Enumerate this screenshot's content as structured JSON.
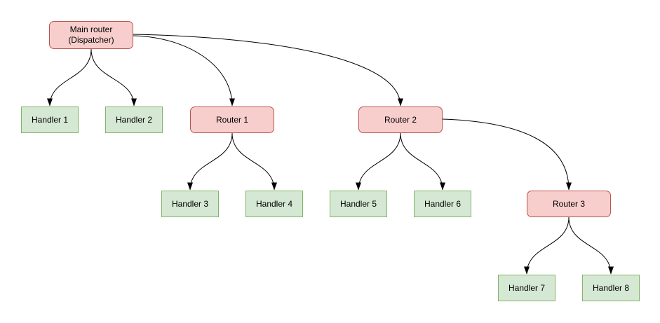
{
  "diagram": {
    "kind": "routing-tree-flowchart",
    "colors": {
      "router_fill": "#f8cecc",
      "router_stroke": "#b85450",
      "handler_fill": "#d5e8d4",
      "handler_stroke": "#82b366",
      "edge_stroke": "#000000",
      "background": "#ffffff"
    },
    "nodes": [
      {
        "id": "main-router",
        "label": "Main router\n(Dispatcher)",
        "kind": "router"
      },
      {
        "id": "handler-1",
        "label": "Handler 1",
        "kind": "handler"
      },
      {
        "id": "handler-2",
        "label": "Handler 2",
        "kind": "handler"
      },
      {
        "id": "router-1",
        "label": "Router 1",
        "kind": "router"
      },
      {
        "id": "router-2",
        "label": "Router 2",
        "kind": "router"
      },
      {
        "id": "handler-3",
        "label": "Handler 3",
        "kind": "handler"
      },
      {
        "id": "handler-4",
        "label": "Handler 4",
        "kind": "handler"
      },
      {
        "id": "handler-5",
        "label": "Handler 5",
        "kind": "handler"
      },
      {
        "id": "handler-6",
        "label": "Handler 6",
        "kind": "handler"
      },
      {
        "id": "router-3",
        "label": "Router 3",
        "kind": "router"
      },
      {
        "id": "handler-7",
        "label": "Handler 7",
        "kind": "handler"
      },
      {
        "id": "handler-8",
        "label": "Handler 8",
        "kind": "handler"
      }
    ],
    "edges": [
      {
        "from": "main-router",
        "to": "handler-1"
      },
      {
        "from": "main-router",
        "to": "handler-2"
      },
      {
        "from": "main-router",
        "to": "router-1"
      },
      {
        "from": "main-router",
        "to": "router-2"
      },
      {
        "from": "router-1",
        "to": "handler-3"
      },
      {
        "from": "router-1",
        "to": "handler-4"
      },
      {
        "from": "router-2",
        "to": "handler-5"
      },
      {
        "from": "router-2",
        "to": "handler-6"
      },
      {
        "from": "router-2",
        "to": "router-3"
      },
      {
        "from": "router-3",
        "to": "handler-7"
      },
      {
        "from": "router-3",
        "to": "handler-8"
      }
    ]
  }
}
